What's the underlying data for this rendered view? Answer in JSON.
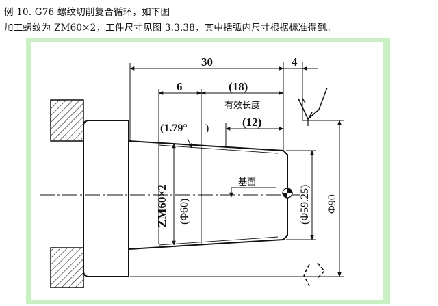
{
  "text": {
    "line1": "例 10. G76 螺纹切削复合循环，如下图",
    "line2": "加工螺纹为 ZM60×2，工件尺寸见图 3.3.38，其中括弧内尺寸根据标准得到。"
  },
  "figure": {
    "dim_total": "30",
    "dim_relief": "4",
    "dim_6": "6",
    "dim_18": "(18)",
    "effective_length": "有效长度",
    "dim_12": "(12)",
    "taper_angle": "(1.79°",
    "taper_angle_close": ")",
    "thread_designation": "ZM60×2",
    "dia_60": "(Φ60)",
    "dia_59_25": "(Φ59.25)",
    "dia_90": "Φ90",
    "base_plane": "基面"
  },
  "colors": {
    "figure_bg": "#c9f0c2",
    "line": "#111111"
  }
}
